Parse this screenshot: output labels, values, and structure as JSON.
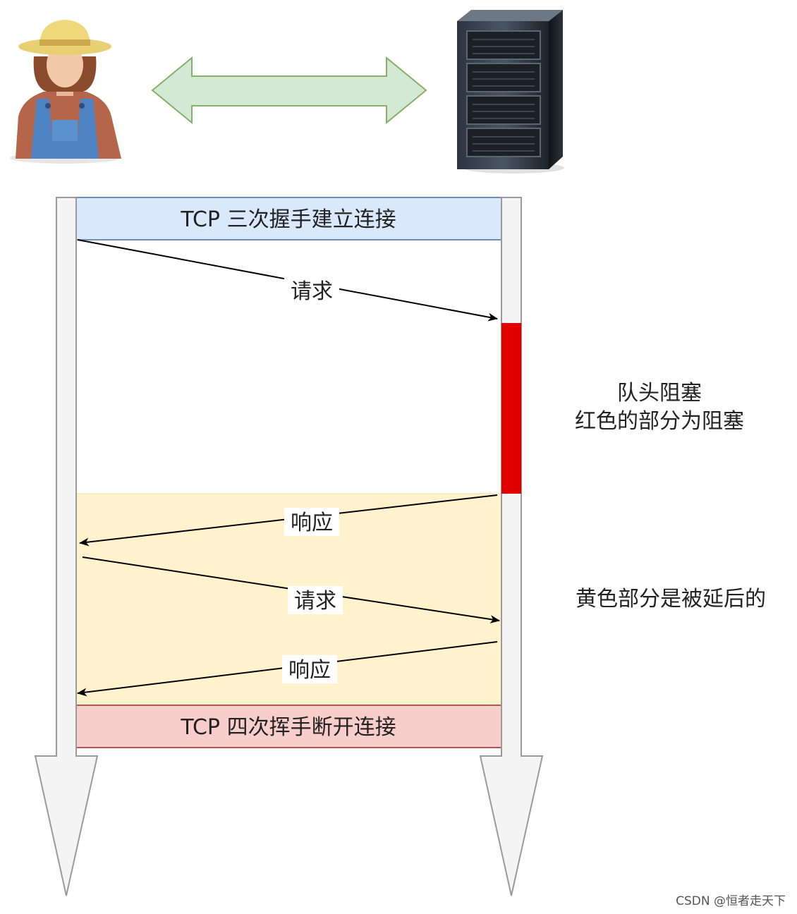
{
  "diagram": {
    "client_icon": "farmer-user-icon",
    "server_icon": "server-rack-icon",
    "connection_arrow_color": "#d5e8d4",
    "top_band": {
      "label": "TCP 三次握手建立连接",
      "fill": "#dae8fc",
      "stroke": "#6c8ebf"
    },
    "bottom_band": {
      "label": "TCP 四次挥手断开连接",
      "fill": "#f8cecc",
      "stroke": "#b85450"
    },
    "delayed_region_fill": "#fff2cc",
    "blocking_bar_color": "#e00000",
    "messages": [
      {
        "label": "请求",
        "direction": "client-to-server"
      },
      {
        "label": "响应",
        "direction": "server-to-client"
      },
      {
        "label": "请求",
        "direction": "client-to-server"
      },
      {
        "label": "响应",
        "direction": "server-to-client"
      }
    ],
    "notes": {
      "blocking_line1": "队头阻塞",
      "blocking_line2": "红色的部分为阻塞",
      "delayed": "黄色部分是被延后的"
    }
  },
  "watermark": "CSDN @恒者走天下"
}
